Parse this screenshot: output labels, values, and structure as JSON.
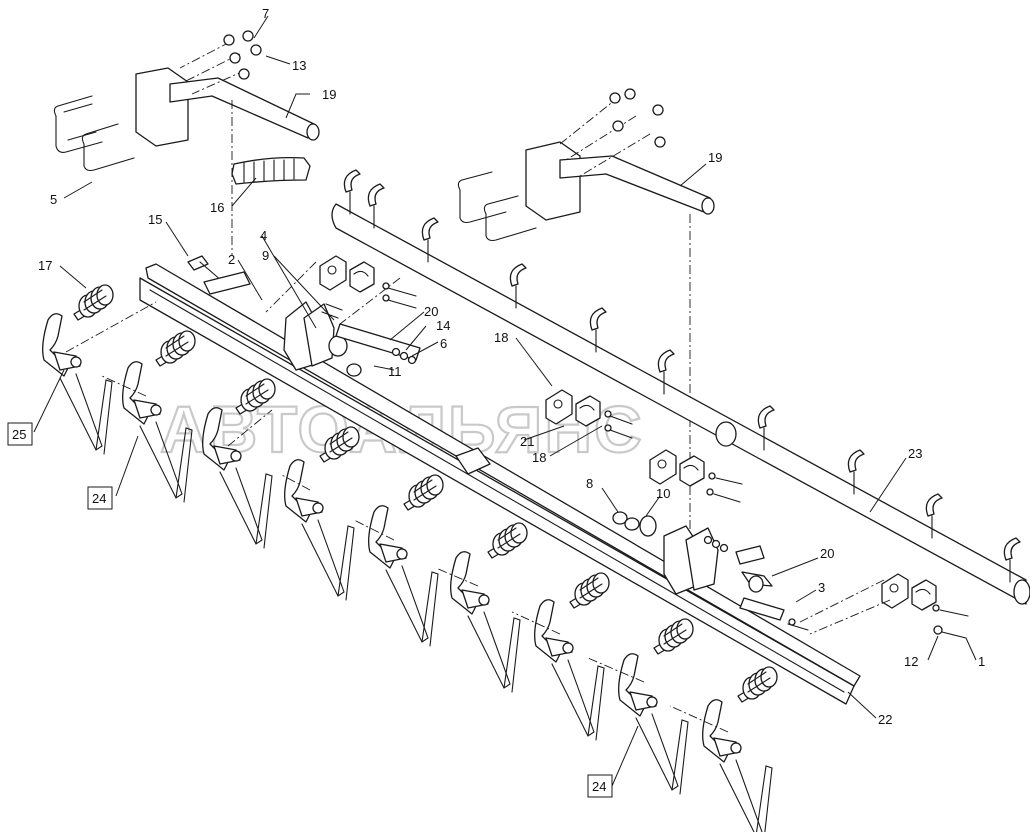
{
  "watermark": "АВТОАЛЬЯНС",
  "callouts": {
    "c1": "1",
    "c2": "2",
    "c3": "3",
    "c4": "4",
    "c5": "5",
    "c6": "6",
    "c7": "7",
    "c8": "8",
    "c9": "9",
    "c10": "10",
    "c11": "11",
    "c12": "12",
    "c13": "13",
    "c14": "14",
    "c15": "15",
    "c16": "16",
    "c17": "17",
    "c18a": "18",
    "c18b": "18",
    "c19a": "19",
    "c19b": "19",
    "c20a": "20",
    "c20b": "20",
    "c21": "21",
    "c22": "22",
    "c23": "23",
    "c24a": "24",
    "c24b": "24",
    "c25": "25"
  },
  "colors": {
    "line": "#1a1a1a",
    "background": "#ffffff",
    "watermark": "#c9c9c9"
  }
}
